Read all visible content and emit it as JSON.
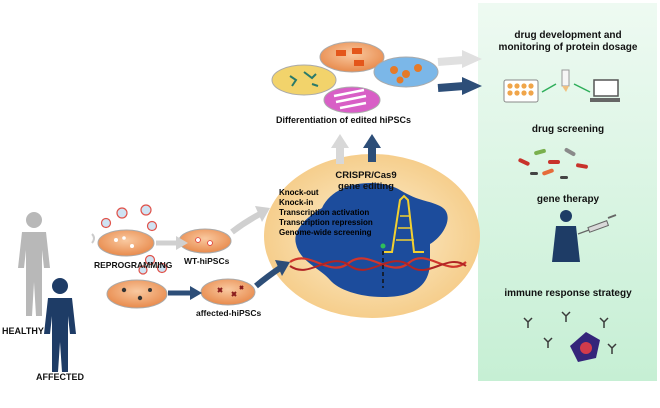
{
  "labels": {
    "healthy": "HEALTHY",
    "affected": "AFFECTED",
    "reprogramming": "REPROGRAMMING",
    "wt_hipscs": "WT-hiPSCs",
    "affected_hipscs": "affected-hiPSCs",
    "differentiation": "Differentiation of edited hiPSCs",
    "crispr_line1": "CRISPR/Cas9",
    "crispr_line2": "gene editing"
  },
  "editing_methods": [
    "Knock-out",
    "Knock-in",
    "Transcription activation",
    "Transcription repression",
    "Genome-wide screening"
  ],
  "applications": {
    "drug_development_line1": "drug development and",
    "drug_development_line2": "monitoring of protein dosage",
    "drug_screening": "drug screening",
    "gene_therapy": "gene therapy",
    "immune_response": "immune response strategy"
  },
  "colors": {
    "panel_bg": "#d8f5e3",
    "cas9_blue": "#1c4c9c",
    "oval_fill": "#f7d59a",
    "dish_orange": "#f0a060",
    "arrow_dark": "#2d4e78",
    "arrow_light": "#dcdcdc"
  }
}
